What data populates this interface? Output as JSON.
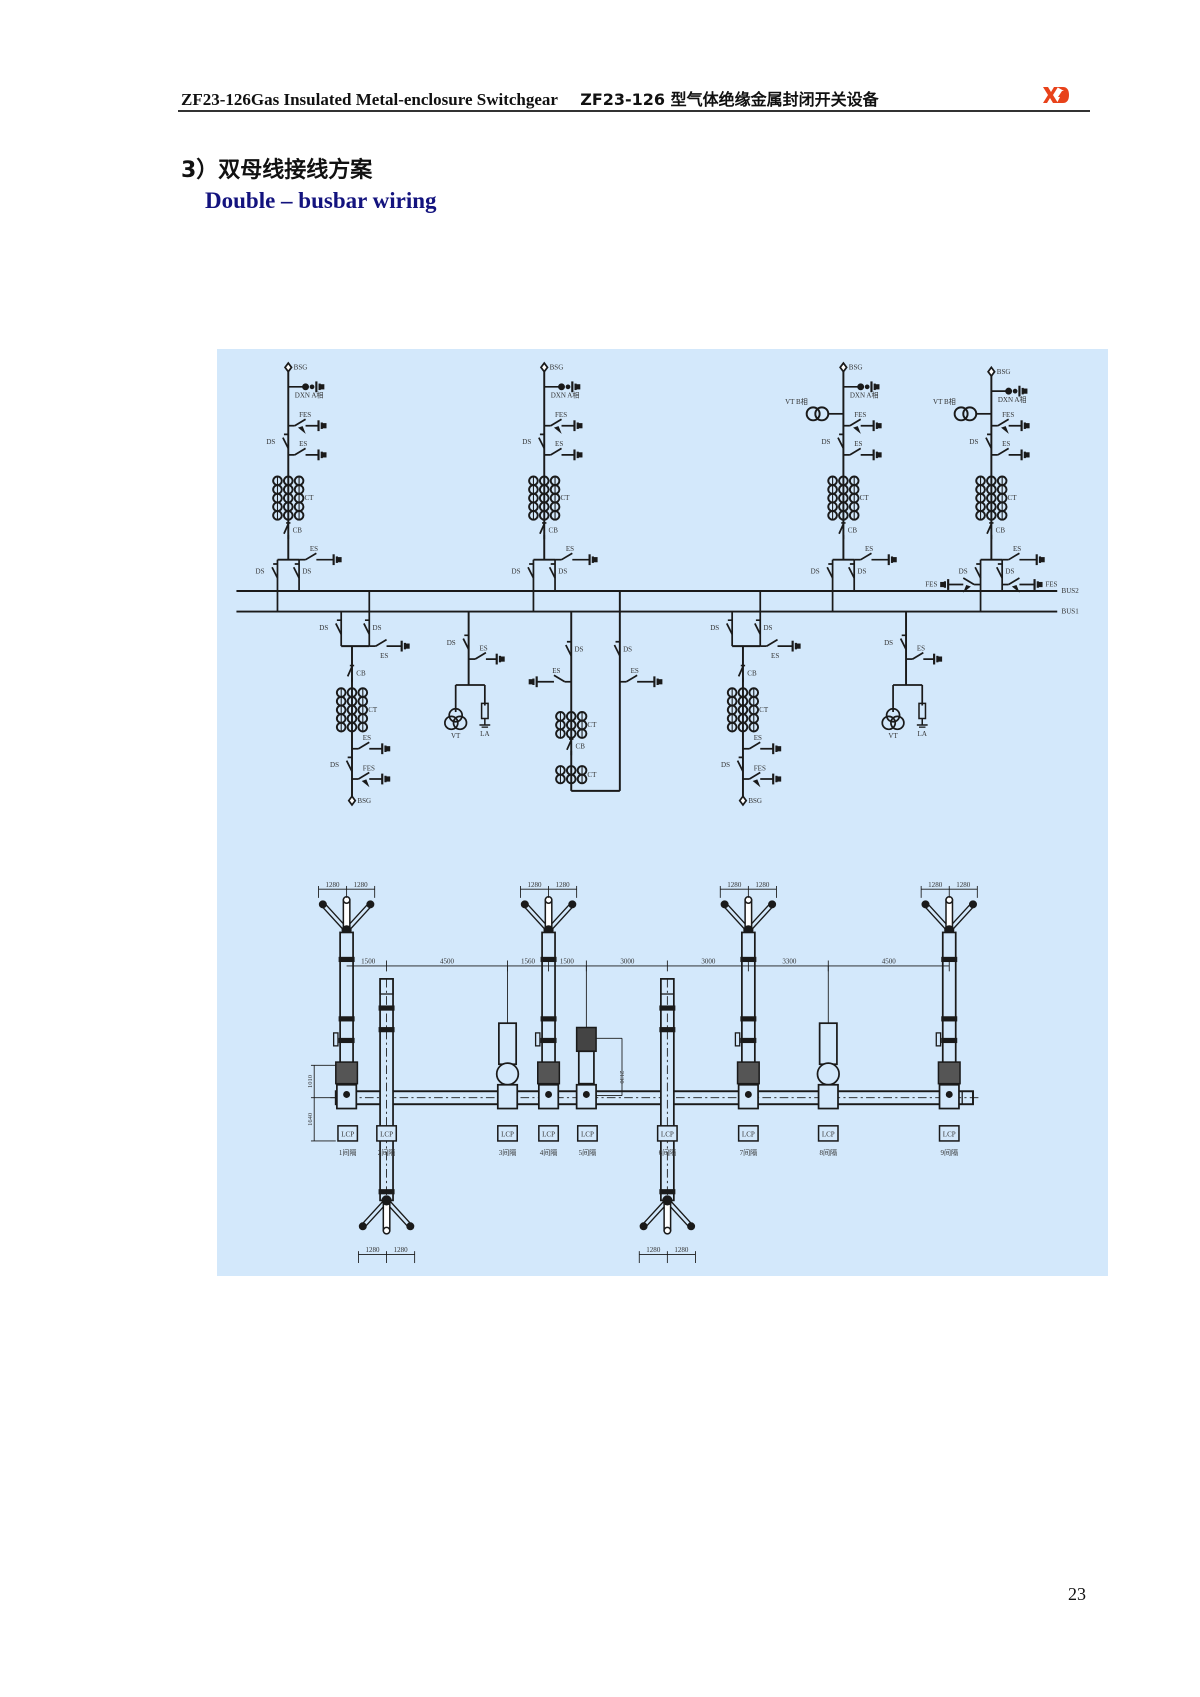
{
  "header": {
    "title_en": "ZF23-126Gas Insulated Metal-enclosure Switchgear",
    "title_cn": "ZF23-126 型气体绝缘金属封闭开关设备",
    "logo_text": "XD",
    "logo_color": "#e8421a"
  },
  "section": {
    "heading_cn": "3）双母线接线方案",
    "heading_en": "Double – busbar wiring",
    "heading_en_color": "#13137e"
  },
  "diagram": {
    "background": "#d3e8fb",
    "single_line": {
      "labels": {
        "bsg": "BSG",
        "dxn": "DXN A相",
        "fes": "FES",
        "ds": "DS",
        "es": "ES",
        "ct": "CT",
        "cb": "CB",
        "vtb": "VT B相",
        "vt": "VT",
        "la": "LA",
        "bus1": "BUS1",
        "bus2": "BUS2"
      }
    },
    "layout": {
      "bushing_dims": [
        "1280",
        "1280"
      ],
      "spacing_dims": [
        "1500",
        "4500",
        "1560",
        "1500",
        "3000",
        "3000",
        "3300",
        "4500"
      ],
      "height_dims": [
        "1010",
        "1640"
      ],
      "module_dim": "2130",
      "lcp_label": "LCP",
      "bays": [
        "1间隔",
        "2间隔",
        "3间隔",
        "4间隔",
        "5间隔",
        "6间隔",
        "7间隔",
        "8间隔",
        "9间隔"
      ]
    }
  },
  "page_number": "23"
}
